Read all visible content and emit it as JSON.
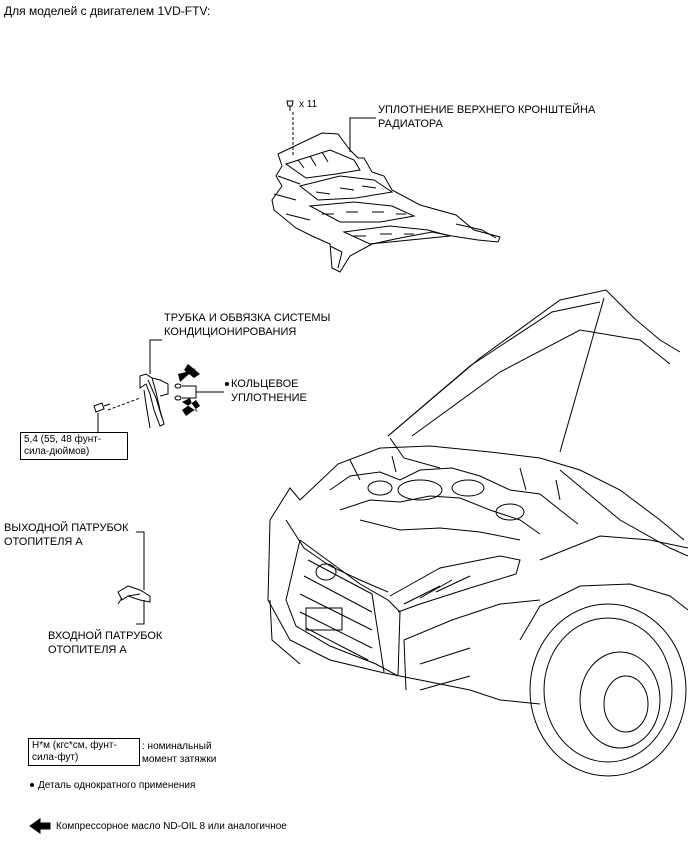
{
  "header": {
    "title": "Для моделей с двигателем 1VD-FTV:"
  },
  "parts": {
    "clip_count": "x 11",
    "radiator_seal": {
      "line1": "УПЛОТНЕНИЕ ВЕРХНЕГО КРОНШТЕЙНА",
      "line2": "РАДИАТОРА"
    },
    "ac_tube": {
      "line1": "ТРУБКА И ОБВЯЗКА СИСТЕМЫ",
      "line2": "КОНДИЦИОНИРОВАНИЯ"
    },
    "o_ring": {
      "line1": "КОЛЬЦЕВОЕ",
      "line2": "УПЛОТНЕНИЕ"
    },
    "torque": {
      "line1": "5,4 (55, 48 фунт-",
      "line2": "сила-дюймов)"
    },
    "heater_outlet": {
      "line1": "ВЫХОДНОЙ ПАТРУБОК",
      "line2": "ОТОПИТЕЛЯ А"
    },
    "heater_inlet": {
      "line1": "ВХОДНОЙ ПАТРУБОК",
      "line2": "ОТОПИТЕЛЯ А"
    }
  },
  "legend": {
    "torque_box": {
      "line1": "Н*м (кгс*см, фунт-",
      "line2": "сила-фут)"
    },
    "torque_desc": {
      "line1": ": номинальный",
      "line2": "момент затяжки"
    },
    "single_use": "Деталь однократного применения",
    "compressor_oil": "Компрессорное масло ND-OIL 8 или аналогичное"
  }
}
